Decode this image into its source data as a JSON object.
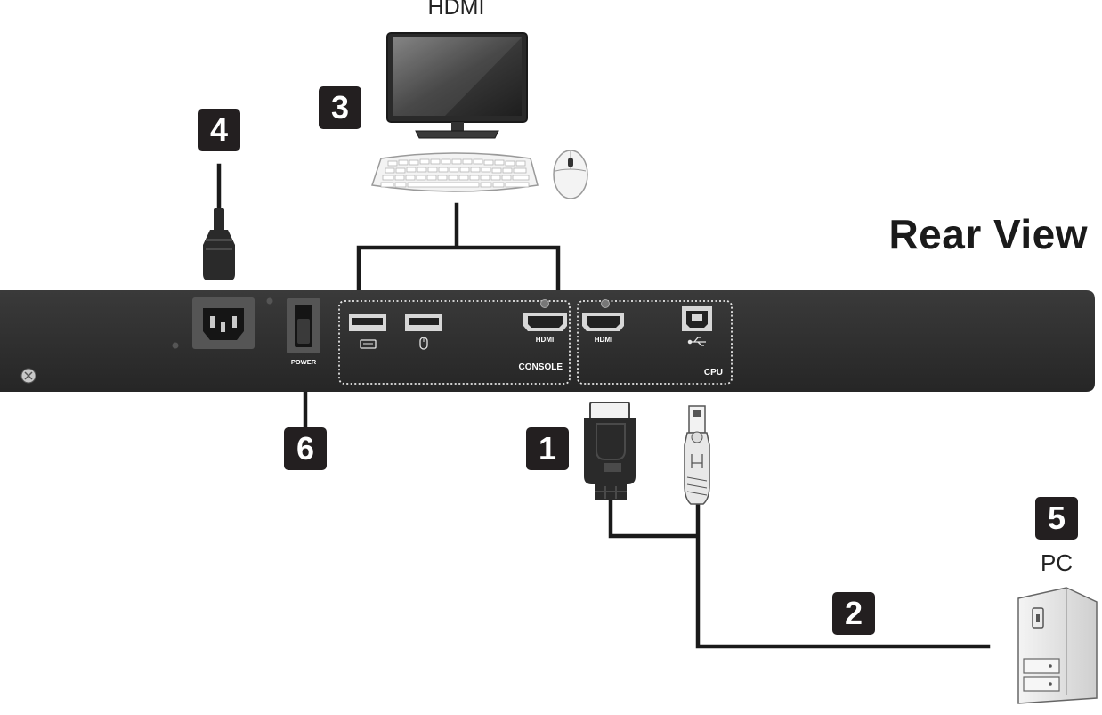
{
  "title": "Rear View",
  "monitor_label": "HDMI",
  "pc_label": "PC",
  "badges": {
    "b1": "1",
    "b2": "2",
    "b3": "3",
    "b4": "4",
    "b5": "5",
    "b6": "6"
  },
  "panel": {
    "power_label": "POWER",
    "console_label": "CONSOLE",
    "cpu_label": "CPU",
    "console_hdmi_label": "HDMI",
    "cpu_hdmi_label": "HDMI"
  },
  "colors": {
    "panel": "#2e2e2e",
    "badge": "#231f20",
    "cable": "#1a1a1a"
  },
  "icons": [
    "monitor-icon",
    "keyboard-icon",
    "mouse-icon",
    "power-plug-icon",
    "hdmi-connector-icon",
    "usb-connector-icon",
    "pc-tower-icon"
  ]
}
